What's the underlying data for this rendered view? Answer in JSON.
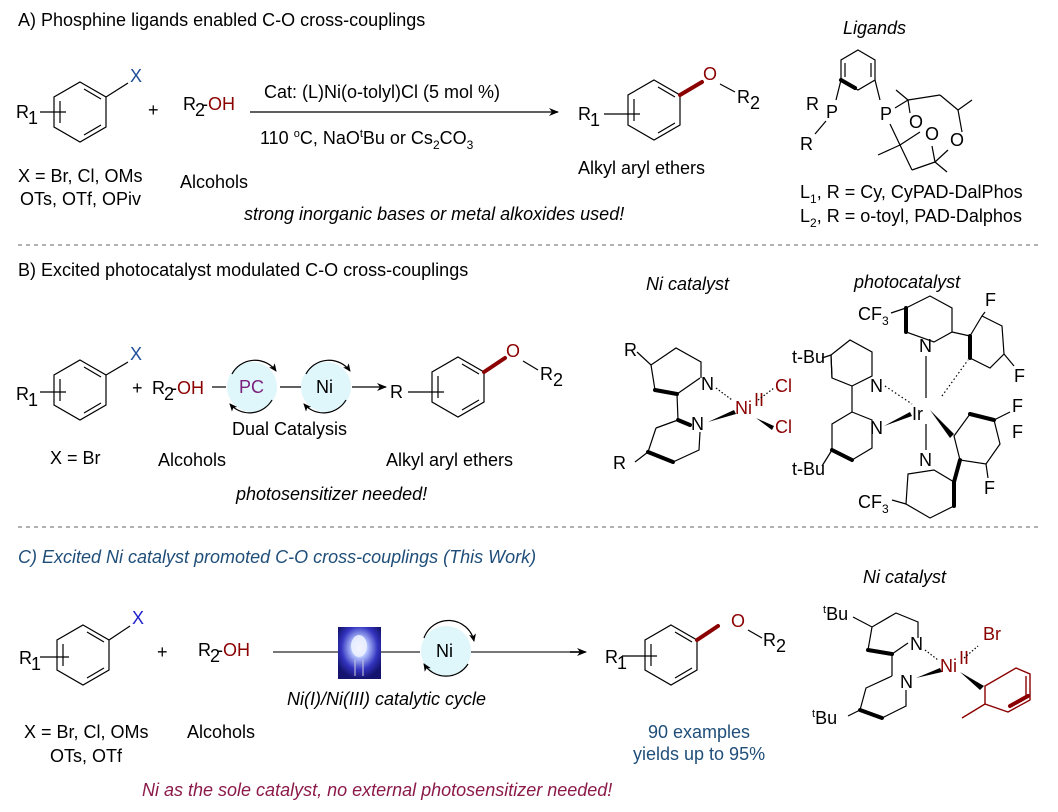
{
  "sectionA": {
    "title": "A) Phosphine ligands enabled C-O cross-couplings",
    "substrate": {
      "r": "R",
      "r_sub": "1",
      "x": "X",
      "x_scope_1": "X = Br, Cl, OMs",
      "x_scope_2": "OTs, OTf, OPiv"
    },
    "plus": "+",
    "alcohol": {
      "r": "R",
      "r_sub": "2",
      "dash": "-",
      "oh": "OH",
      "label": "Alcohols"
    },
    "conditions_top": "Cat: (L)Ni(o-tolyl)Cl (5 mol %)",
    "conditions_bottom": {
      "temp": "110 ",
      "deg": "o",
      "c": "C, NaO",
      "t": "t",
      "bu": "Bu or Cs",
      "s2": "2",
      "co": "CO",
      "s3": "3"
    },
    "product": {
      "o": "O",
      "r2": "R",
      "r2_sub": "2",
      "r1": "R",
      "r1_sub": "1",
      "label": "Alkyl aryl ethers"
    },
    "note": "strong inorganic bases or metal alkoxides used!",
    "ligands": {
      "title": "Ligands",
      "atoms": {
        "p": "P",
        "r": "R",
        "o": "O"
      },
      "l1": {
        "l": "L",
        "sub": "1",
        "text": ", R = Cy, CyPAD-DalPhos"
      },
      "l2": {
        "l": "L",
        "sub": "2",
        "text": ", R = o-toyl, PAD-Dalphos"
      }
    }
  },
  "sectionB": {
    "title": "B) Excited photocatalyst modulated C-O cross-couplings",
    "substrate": {
      "x_scope": "X = Br"
    },
    "alcohol_label": "Alcohols",
    "pc": "PC",
    "ni": "Ni",
    "dual": "Dual Catalysis",
    "product": {
      "r": "R",
      "label": "Alkyl aryl ethers"
    },
    "note": "photosensitizer needed!",
    "ni_catalyst": {
      "title": "Ni catalyst",
      "r": "R",
      "n": "N",
      "ni": "Ni",
      "ox": "II",
      "cl": "Cl"
    },
    "photocatalyst": {
      "title": "photocatalyst",
      "cf3": "CF",
      "sub3": "3",
      "tbu": "t-Bu",
      "n": "N",
      "ir": "Ir",
      "f": "F"
    }
  },
  "sectionC": {
    "title": "C) Excited Ni catalyst promoted C-O cross-couplings (This Work)",
    "substrate": {
      "x_scope_1": "X = Br, Cl, OMs",
      "x_scope_2": "OTs, OTf"
    },
    "alcohol_label": "Alcohols",
    "ni": "Ni",
    "cycle": "Ni(I)/Ni(III) catalytic cycle",
    "stats_1": "90 examples",
    "stats_2": "yields up to 95%",
    "note": "Ni as the sole catalyst,  no external  photosensitizer needed!",
    "ni_catalyst": {
      "title": "Ni catalyst",
      "t": "t",
      "bu": "Bu",
      "n": "N",
      "ni": "Ni",
      "ox": "II",
      "br": "Br"
    }
  },
  "icons": {
    "light": "blue-led-light-icon"
  },
  "colors": {
    "red": "#8b0000",
    "blue": "#1f4e9a",
    "plum": "#8b1a4a",
    "cycle_fill": "#dff6fb",
    "led": "#2a2aa8"
  }
}
